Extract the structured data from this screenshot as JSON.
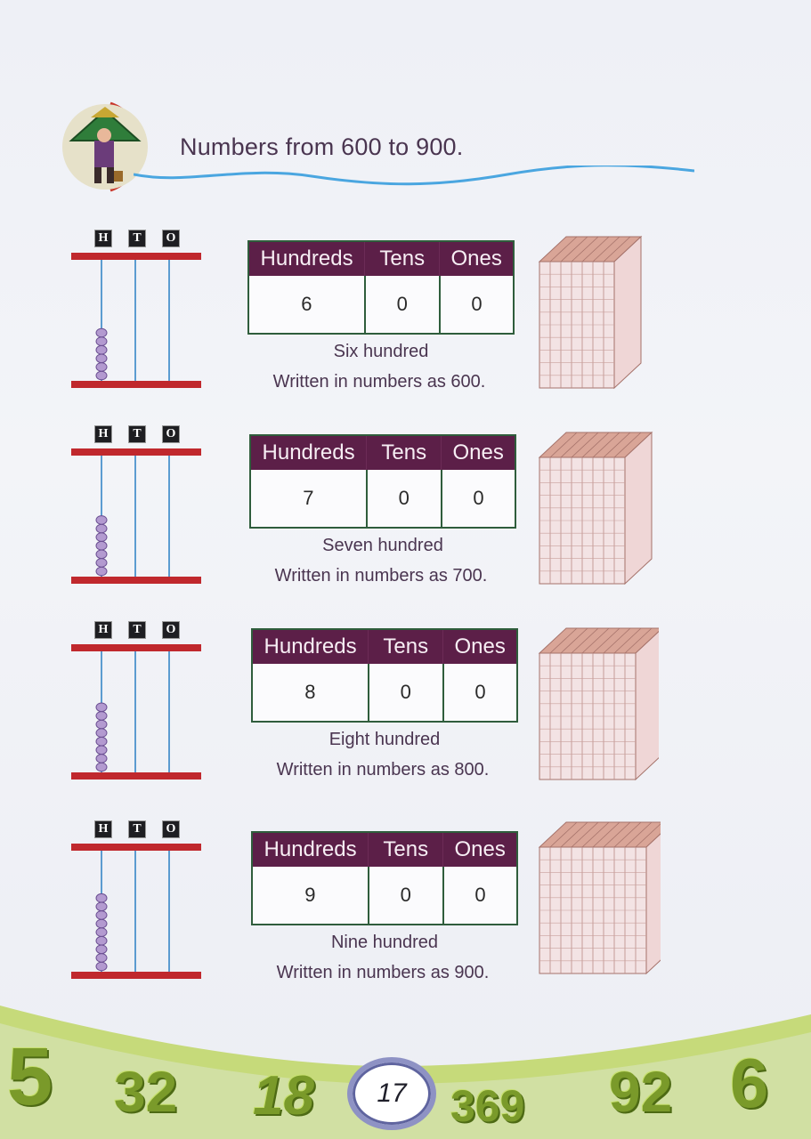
{
  "title": "Numbers from 600 to 900.",
  "labels": {
    "h": "H",
    "t": "T",
    "o": "O"
  },
  "table_headers": [
    "Hundreds",
    "Tens",
    "Ones"
  ],
  "sections": [
    {
      "hundreds": "6",
      "tens": "0",
      "ones": "0",
      "beads": 6,
      "word": "Six hundred",
      "written": "Written in numbers as 600."
    },
    {
      "hundreds": "7",
      "tens": "0",
      "ones": "0",
      "beads": 7,
      "word": "Seven hundred",
      "written": "Written in numbers as 700."
    },
    {
      "hundreds": "8",
      "tens": "0",
      "ones": "0",
      "beads": 8,
      "word": "Eight hundred",
      "written": "Written in numbers as 800."
    },
    {
      "hundreds": "9",
      "tens": "0",
      "ones": "0",
      "beads": 9,
      "word": "Nine hundred",
      "written": "Written in numbers as 900."
    }
  ],
  "footer_numbers": [
    "5",
    "32",
    "18",
    "369",
    "92",
    "6"
  ],
  "page_number": "17",
  "colors": {
    "header_bg": "#5c1f48",
    "abacus_bar": "#c0282d",
    "bead": "#b39ad0",
    "rod": "#2a7fc4",
    "wave": "#4aa6e0"
  }
}
